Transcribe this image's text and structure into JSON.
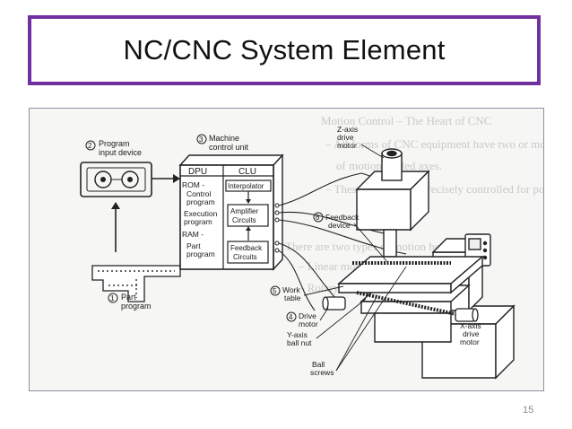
{
  "slide": {
    "title": "NC/CNC System Element",
    "page_number": "15"
  },
  "diagram": {
    "program_input_device": {
      "number": "2",
      "line1": "Program",
      "line2": "input device"
    },
    "machine_control_unit": {
      "number": "3",
      "line1": "Machine",
      "line2": "control unit"
    },
    "dpu_header": "DPU",
    "clu_header": "CLU",
    "rom_label": "ROM -",
    "control_program_line1": "Control",
    "control_program_line2": "program",
    "execution_program_line1": "Execution",
    "execution_program_line2": "program",
    "ram_label": "RAM -",
    "part_program_line1": "Part",
    "part_program_line2": "program",
    "interpolator": "Interpolator",
    "amplifier_line1": "Amplifier",
    "amplifier_line2": "Circuits",
    "feedback_circuits_line1": "Feedback",
    "feedback_circuits_line2": "Circuits",
    "part_program": {
      "number": "1",
      "line1": "Part",
      "line2": "program"
    },
    "z_axis_motor": {
      "line1": "Z-axis",
      "line2": "drive",
      "line3": "motor"
    },
    "feedback_device": {
      "number": "6",
      "line1": "Feedback",
      "line2": "device"
    },
    "work_table": {
      "number": "5",
      "line1": "Work",
      "line2": "table"
    },
    "drive_motor": {
      "number": "4",
      "line1": "Drive",
      "line2": "motor"
    },
    "y_axis_ball_nut": {
      "line1": "Y-axis",
      "line2": "ball nut"
    },
    "ball_screws": {
      "line1": "Ball",
      "line2": "screws"
    },
    "x_axis_motor": {
      "line1": "X-axis",
      "line2": "drive",
      "line3": "motor"
    }
  },
  "bleed_through": {
    "line1": "Motion Control – The Heart of CNC",
    "line2": "– All forms of CNC equipment have two or more directi",
    "line3": "of motion, called axes.",
    "line4": "– These axes can be precisely controlled for position",
    "line5": "There are two types of motion here:",
    "line6": "– Linear motion along a straight path",
    "line7": "– Rotary motion along a circular path"
  }
}
